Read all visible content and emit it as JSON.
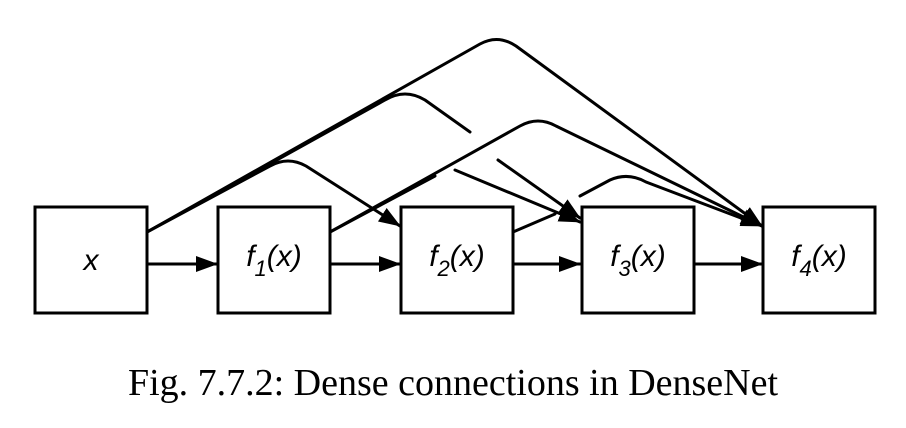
{
  "nodes": [
    {
      "id": "x",
      "fn": "x",
      "sub": "",
      "arg": ""
    },
    {
      "id": "f1",
      "fn": "f",
      "sub": "1",
      "arg": "(x)"
    },
    {
      "id": "f2",
      "fn": "f",
      "sub": "2",
      "arg": "(x)"
    },
    {
      "id": "f3",
      "fn": "f",
      "sub": "3",
      "arg": "(x)"
    },
    {
      "id": "f4",
      "fn": "f",
      "sub": "4",
      "arg": "(x)"
    }
  ],
  "caption": "Fig. 7.7.2: Dense connections in DenseNet"
}
